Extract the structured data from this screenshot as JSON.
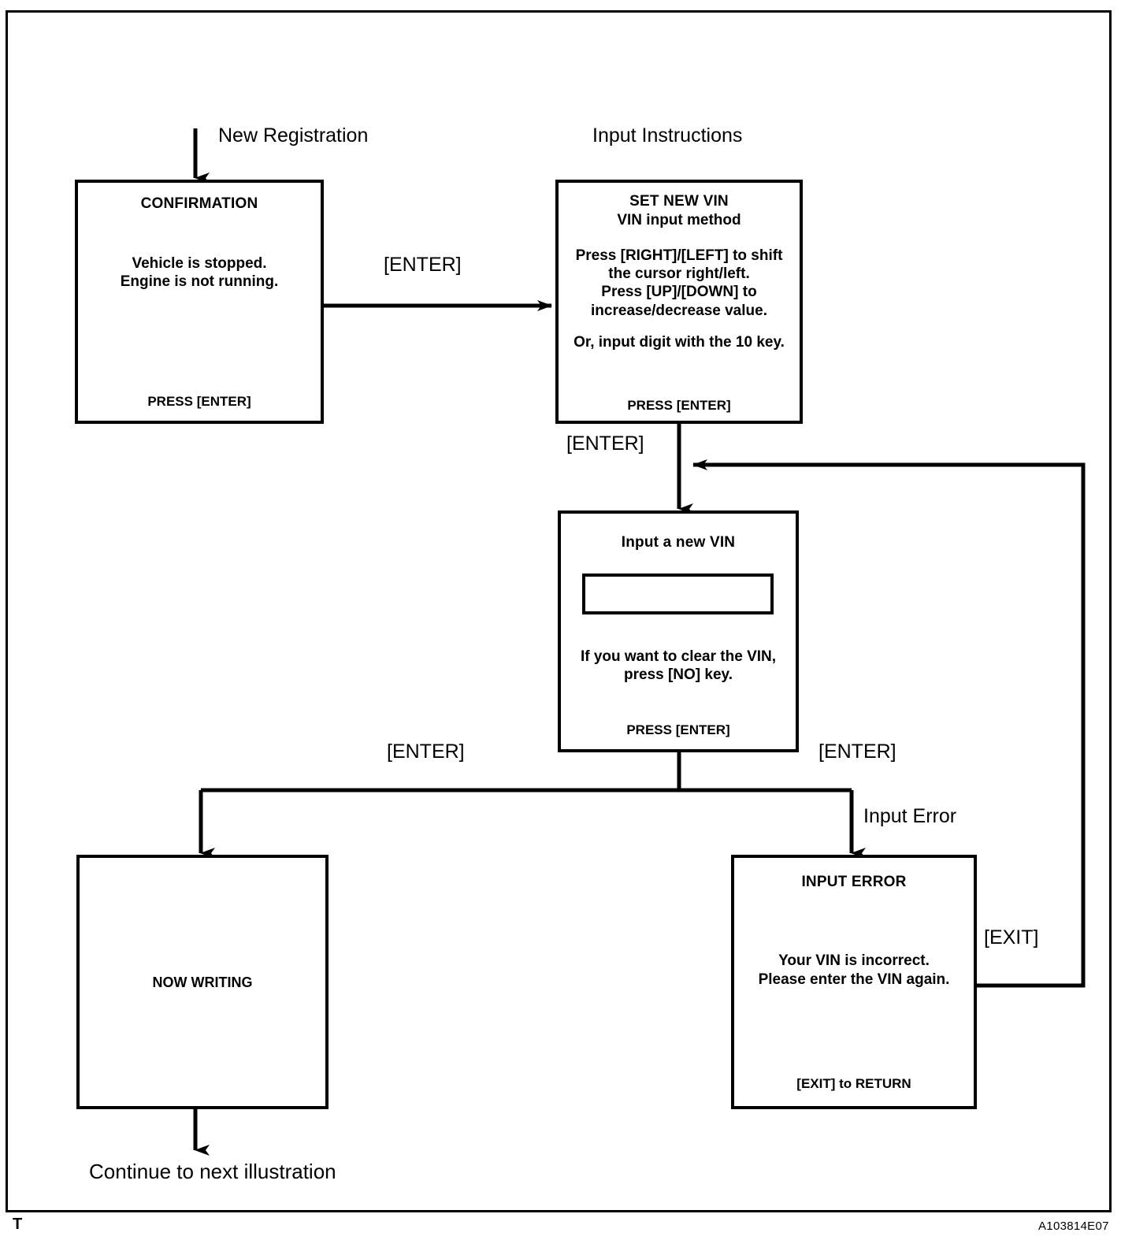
{
  "diagram": {
    "drawing_code": "A103814E07",
    "corner_mark": "T",
    "entry_label": "New Registration",
    "instructions_label": "Input Instructions",
    "exit_label": "Continue to next illustration"
  },
  "boxes": {
    "confirmation": {
      "title": "CONFIRMATION",
      "body_line_1": "Vehicle is stopped.",
      "body_line_2": "Engine is not running.",
      "footer": "PRESS [ENTER]"
    },
    "set_new_vin": {
      "title": "SET NEW VIN",
      "subtitle": "VIN input method",
      "body_line_1": "Press [RIGHT]/[LEFT] to shift",
      "body_line_2": "the cursor right/left.",
      "body_line_3": "Press [UP]/[DOWN]  to",
      "body_line_4": "increase/decrease value.",
      "body_line_5": "Or, input digit with the 10 key.",
      "footer": "PRESS [ENTER]"
    },
    "input_new_vin": {
      "title": "Input a new VIN",
      "field_value": "",
      "hint_line_1": "If you want to clear the VIN,",
      "hint_line_2": "press [NO] key.",
      "footer": "PRESS [ENTER]"
    },
    "now_writing": {
      "label": "NOW WRITING"
    },
    "input_error": {
      "title": "INPUT  ERROR",
      "body_line_1": "Your VIN is incorrect.",
      "body_line_2": "Please enter the VIN again.",
      "footer": "[EXIT] to RETURN"
    }
  },
  "transitions": {
    "confirmation_to_setvin": "[ENTER]",
    "setvin_to_inputvin": "[ENTER]",
    "inputvin_to_nowwriting": "[ENTER]",
    "inputvin_to_error": "[ENTER]",
    "error_branch_label": "Input Error",
    "error_to_inputvin": "[EXIT]"
  },
  "colors": {
    "ink": "#000000",
    "paper": "#ffffff"
  }
}
